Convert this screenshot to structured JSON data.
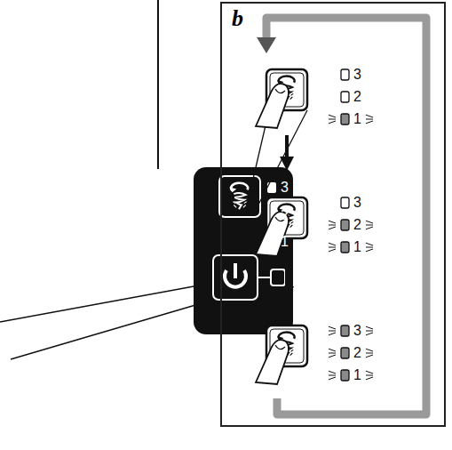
{
  "diagram": {
    "nodes": [
      {
        "text": [
          "b"
        ]
      }
    ],
    "labels": [
      "3",
      "2",
      "1",
      "3",
      "2",
      "1",
      "3",
      "2",
      "1",
      "3",
      "2",
      "1"
    ]
  }
}
